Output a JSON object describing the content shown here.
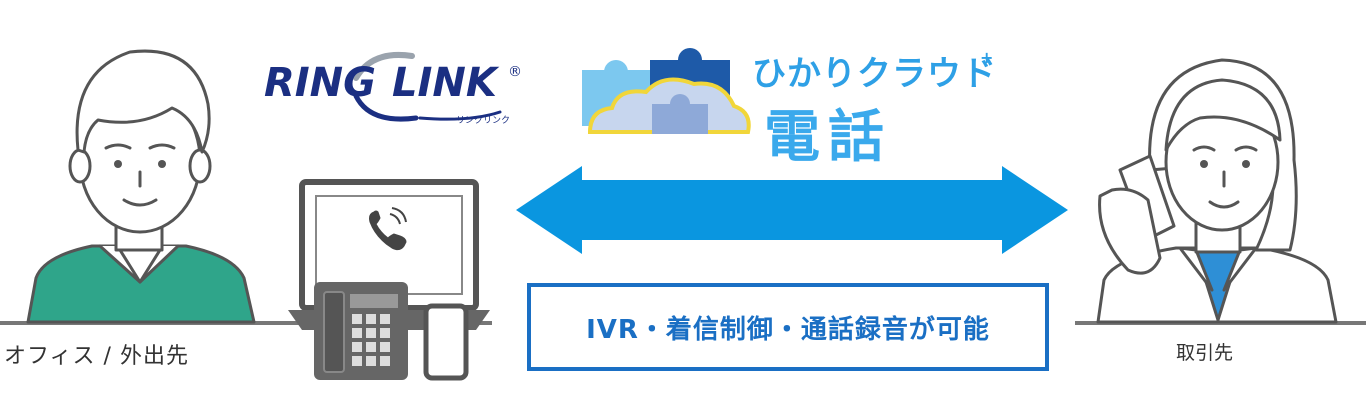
{
  "labels": {
    "left": "オフィス / 外出先",
    "right": "取引先"
  },
  "feature": {
    "text": "IVR・着信制御・通話録音が可能"
  },
  "logos": {
    "ringlink_left": "RING",
    "ringlink_right": "LINK",
    "ringlink_reg": "®",
    "ringlink_kana": "リンクリンク",
    "hikari_title": "ひかりクラウド",
    "hikari_main": "電話"
  },
  "colors": {
    "arrow": "#0a96e0",
    "ringlink_navy": "#1b2f82",
    "hikari_blue": "#2ea0e6",
    "box_border": "#1a6fc4",
    "sweater_green": "#2fa58a",
    "shirt_blue": "#2e8fd6"
  }
}
